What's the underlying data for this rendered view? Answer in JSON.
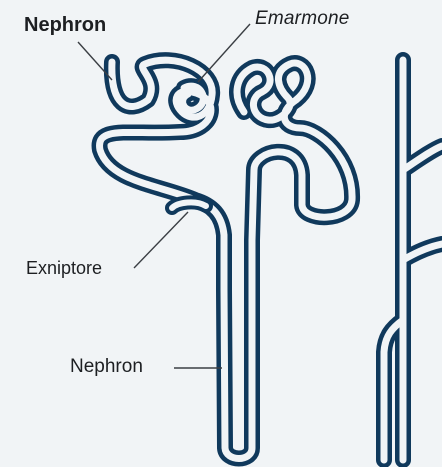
{
  "labels": {
    "nephron_top": "Nephron",
    "emarmone": "Emarmone",
    "exniptore": "Exniptore",
    "nephron_bottom": "Nephron"
  },
  "colors": {
    "background": "#f1f4f6",
    "tube_outline": "#10395c",
    "tube_fill": "#f1f4f6",
    "leader_line": "#3b3f44",
    "text": "#1d1f22"
  }
}
